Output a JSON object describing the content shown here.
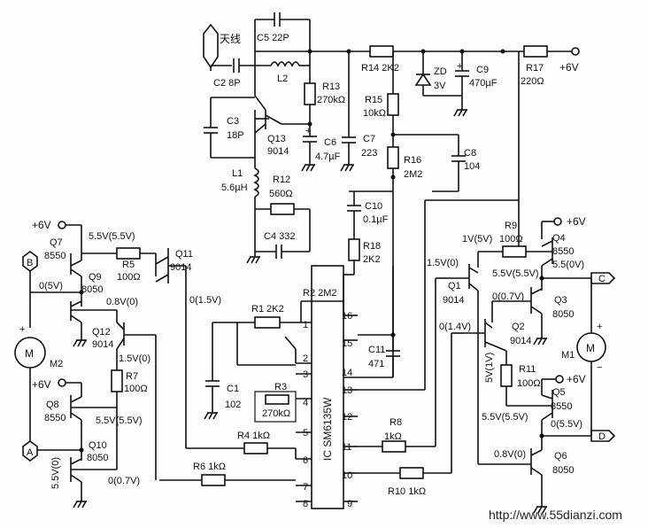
{
  "antenna": "天线",
  "supply": {
    "r17_top": "+6V",
    "left_top": "+6V",
    "left_mid": "+6V",
    "right_top": "+6V",
    "right_mid": "+6V"
  },
  "components": {
    "C5": "C5 22P",
    "C2": "C2 8P",
    "L2": "L2",
    "C3": "C3",
    "C3v": "18P",
    "R13": "R13",
    "R13v": "270kΩ",
    "C6": "C6",
    "C6v": "4.7µF",
    "Q13": "Q13",
    "Q13v": "9014",
    "L1": "L1",
    "L1v": "5.6µH",
    "R12": "R12",
    "R12v": "560Ω",
    "C4": "C4 332",
    "R14": "R14 2K2",
    "R15": "R15",
    "R15v": "10kΩ",
    "C7": "C7",
    "C7v": "223",
    "ZD": "ZD",
    "ZDv": "3V",
    "C9": "C9",
    "C9v": "470µF",
    "R17": "R17",
    "R17v": "220Ω",
    "R16": "R16",
    "R16v": "2M2",
    "C8": "C8",
    "C8v": "104",
    "C10": "C10",
    "C10v": "0.1µF",
    "R18": "R18",
    "R18v": "2K2",
    "R2": "R2 2M2",
    "R1": "R1 2K2",
    "C1": "C1",
    "C1v": "102",
    "R3": "R3",
    "R3v": "270kΩ",
    "C11": "C11",
    "C11v": "471",
    "R4": "R4 1kΩ",
    "R6": "R6 1kΩ",
    "R8": "R8",
    "R8v": "1kΩ",
    "R10": "R10 1kΩ",
    "IC": "IC SM6135W",
    "Q7": "Q7",
    "Q7v": "8550",
    "Q9": "Q9",
    "Q9v": "8050",
    "R5": "R5",
    "R5v": "100Ω",
    "Q11": "Q11",
    "Q11v": "9014",
    "Q12": "Q12",
    "Q12v": "9014",
    "R7": "R7",
    "R7v": "100Ω",
    "Q8": "Q8",
    "Q8v": "8550",
    "Q10": "Q10",
    "Q10v": "8050",
    "M2": "M2",
    "M": "M",
    "R9": "R9",
    "R9v": "100Ω",
    "Q4": "Q4",
    "Q4v": "8550",
    "Q1": "Q1",
    "Q1v": "9014",
    "Q3": "Q3",
    "Q3v": "8050",
    "Q2": "Q2",
    "Q2v": "9014",
    "M1": "M1",
    "R11": "R11",
    "R11v": "100Ω",
    "Q5": "Q5",
    "Q5v": "8550",
    "Q6": "Q6",
    "Q6v": "8050"
  },
  "voltages": {
    "l1": "5.5V(5.5V)",
    "l2": "0(5V)",
    "l3": "0.8V(0)",
    "l4": "1.5V(0)",
    "l5": "5.5V(5.5V)",
    "l6": "5.5V(0)",
    "l7": "0(0.7V)",
    "l8": "0(1.5V)",
    "r1": "1V(5V)",
    "r2": "1.5V(0)",
    "r3": "5.5V(5.5V)",
    "r4": "5.5(0V)",
    "r5": "0(0.7V)",
    "r6": "0(1.4V)",
    "r7": "5V(1V)",
    "r8": "5.5V(5.5V)",
    "r9": "0(5.5V)",
    "r10": "0.8V(0)"
  },
  "pins": [
    "1",
    "2",
    "3",
    "4",
    "5",
    "6",
    "7",
    "8",
    "9",
    "10",
    "11",
    "12",
    "13",
    "14",
    "15",
    "16"
  ],
  "terminals": {
    "A": "A",
    "B": "B",
    "C": "C",
    "D": "D"
  },
  "watermark": "http://www.55dianzi.com"
}
